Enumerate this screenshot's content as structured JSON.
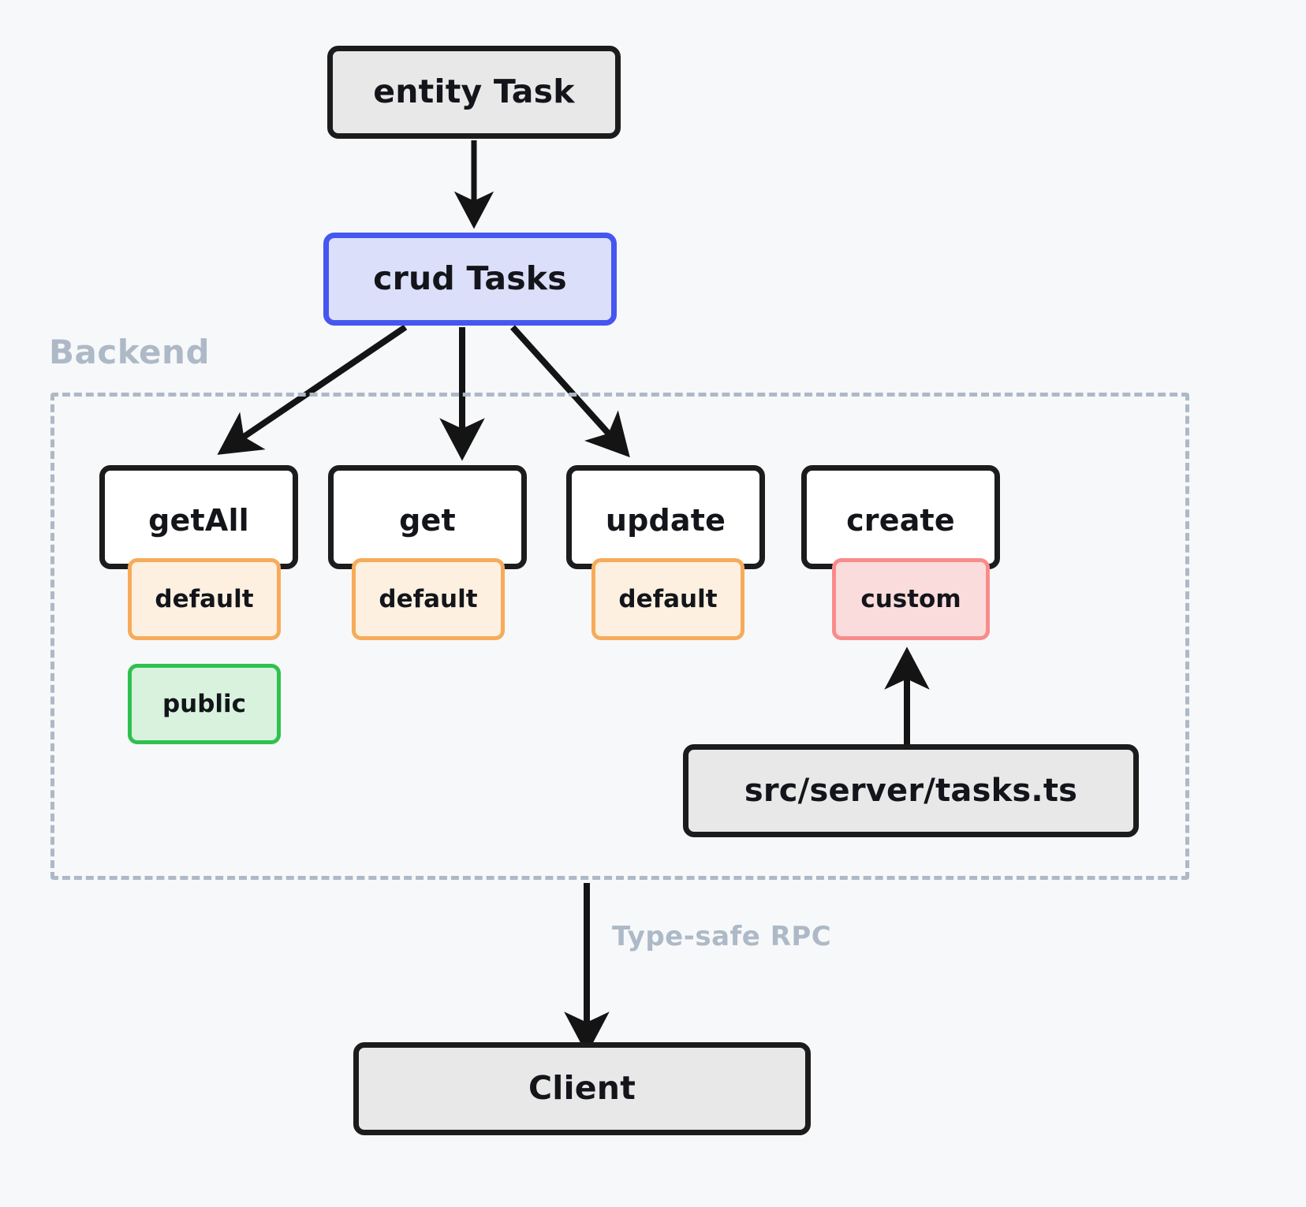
{
  "diagram": {
    "title_hidden": "",
    "background_color": "#f7f8fa",
    "groups": [
      {
        "id": "backend",
        "label": "Backend",
        "color": "#adb9c6",
        "style": "dashed"
      }
    ],
    "edge_labels": [
      {
        "id": "rpc",
        "label": "Type-safe RPC",
        "color": "#adb9c6"
      }
    ],
    "nodes": {
      "entity": {
        "label": "entity Task",
        "fill": "#e8e8e8",
        "stroke": "#1c1c1c"
      },
      "crud": {
        "label": "crud Tasks",
        "fill": "#dcdffa",
        "stroke": "#4557ef"
      },
      "getall": {
        "label": "getAll",
        "fill": "#ffffff",
        "stroke": "#1c1c1c"
      },
      "get": {
        "label": "get",
        "fill": "#ffffff",
        "stroke": "#1c1c1c"
      },
      "update": {
        "label": "update",
        "fill": "#ffffff",
        "stroke": "#1c1c1c"
      },
      "create": {
        "label": "create",
        "fill": "#ffffff",
        "stroke": "#1c1c1c"
      },
      "file": {
        "label": "src/server/tasks.ts",
        "fill": "#e8e8e8",
        "stroke": "#1c1c1c"
      },
      "client": {
        "label": "Client",
        "fill": "#e8e8e8",
        "stroke": "#1c1c1c"
      }
    },
    "badges": {
      "getall_default": {
        "label": "default",
        "fill": "#fdf0e1",
        "stroke": "#f7ab59"
      },
      "getall_public": {
        "label": "public",
        "fill": "#d8f2de",
        "stroke": "#2ec14e"
      },
      "get_default": {
        "label": "default",
        "fill": "#fdf0e1",
        "stroke": "#f7ab59"
      },
      "update_default": {
        "label": "default",
        "fill": "#fdf0e1",
        "stroke": "#f7ab59"
      },
      "create_custom": {
        "label": "custom",
        "fill": "#fbdcdd",
        "stroke": "#fa8b8b"
      }
    },
    "edges": [
      {
        "from": "entity",
        "to": "crud",
        "label": ""
      },
      {
        "from": "crud",
        "to": "getall",
        "label": ""
      },
      {
        "from": "crud",
        "to": "get",
        "label": ""
      },
      {
        "from": "crud",
        "to": "update",
        "label": ""
      },
      {
        "from": "file",
        "to": "create_custom",
        "label": ""
      },
      {
        "from": "backend",
        "to": "client",
        "label": "Type-safe RPC"
      }
    ]
  }
}
